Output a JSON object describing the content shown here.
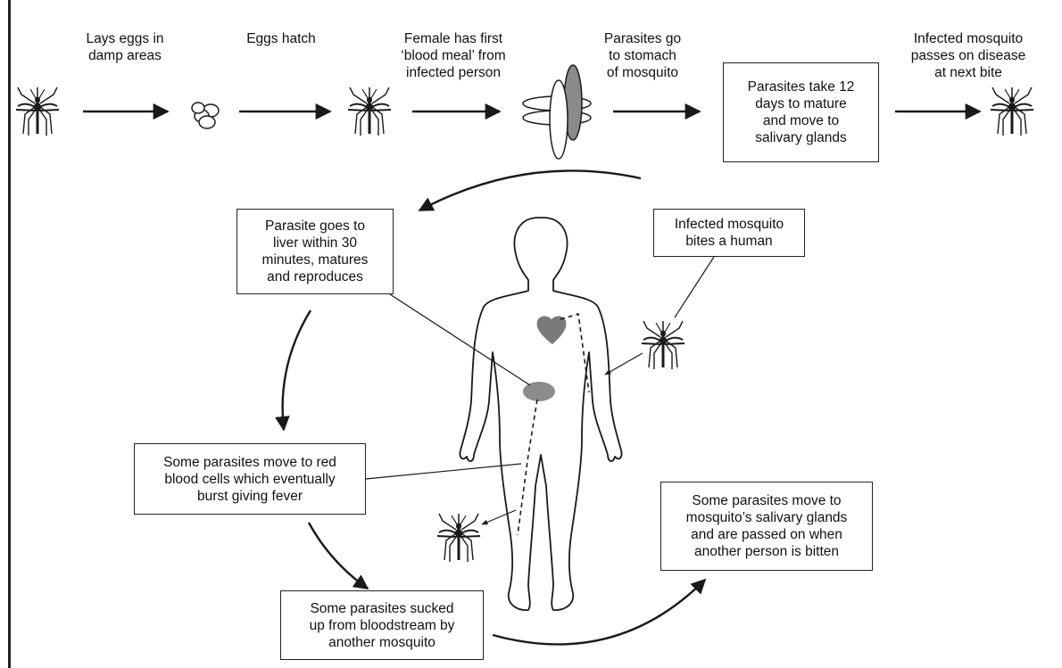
{
  "top_row": {
    "captions": [
      [
        "Lays eggs in",
        "damp areas"
      ],
      [
        "Eggs hatch"
      ],
      [
        "Female has first",
        "‘blood meal’ from",
        "infected person"
      ],
      [
        "Parasites go",
        "to stomach",
        "of mosquito"
      ],
      [
        "Infected mosquito",
        "passes on disease",
        "at next bite"
      ]
    ],
    "maturation_box": [
      "Parasites take 12",
      "days to mature",
      "and move to",
      "salivary glands"
    ]
  },
  "cycle_boxes": {
    "liver": [
      "Parasite goes to",
      "liver within 30",
      "minutes, matures",
      "and reproduces"
    ],
    "bite": [
      "Infected mosquito",
      "bites a human"
    ],
    "red_cells": [
      "Some parasites move to red",
      "blood cells which eventually",
      "burst giving fever"
    ],
    "sucked_up": [
      "Some parasites sucked",
      "up from bloodstream by",
      "another mosquito"
    ],
    "passed_on": [
      "Some parasites move to",
      "mosquito’s salivary glands",
      "and are passed on when",
      "another person is bitten"
    ]
  },
  "icons": [
    "mosquito-icon",
    "eggs-icon",
    "parasite-stomach-icon",
    "human-figure-icon",
    "heart-icon",
    "liver-icon"
  ],
  "colors": {
    "ink": "#1a1a1a",
    "organ": "#888888",
    "organ_dark": "#777777"
  }
}
